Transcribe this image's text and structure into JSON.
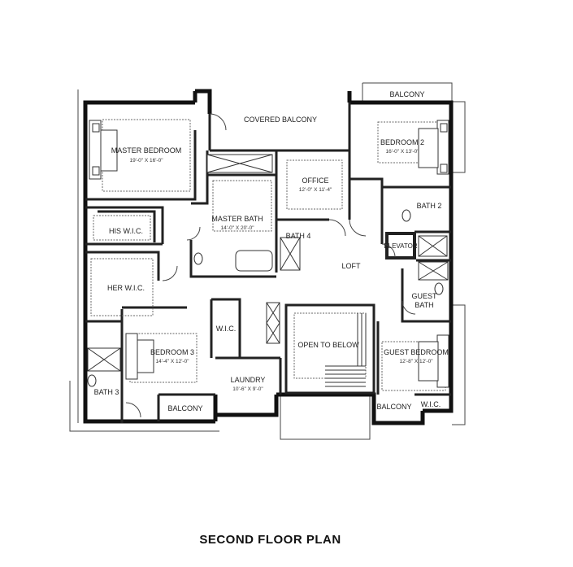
{
  "plan_title": "SECOND FLOOR PLAN",
  "rooms": {
    "balcony_top": "BALCONY",
    "covered_balcony": "COVERED BALCONY",
    "master_bedroom": {
      "name": "MASTER BEDROOM",
      "dims": "19'-0\" X 16'-0\""
    },
    "bedroom_2": {
      "name": "BEDROOM 2",
      "dims": "16'-0\" X 13'-0\""
    },
    "office": {
      "name": "OFFICE",
      "dims": "12'-0\" X 11'-4\""
    },
    "master_bath": {
      "name": "MASTER BATH",
      "dims": "14'-0\" X 20'-0\""
    },
    "his_wic": "HIS W.I.C.",
    "her_wic": "HER W.I.C.",
    "bath_4": "BATH 4",
    "bath_2": "BATH 2",
    "elevator": "ELEVATOR",
    "loft": "LOFT",
    "guest_bath_line1": "GUEST",
    "guest_bath_line2": "BATH",
    "wic_center": "W.I.C.",
    "open_to_below": "OPEN TO BELOW",
    "bedroom_3": {
      "name": "BEDROOM 3",
      "dims": "14'-4\" X 12'-0\""
    },
    "guest_bedroom": {
      "name": "GUEST BEDROOM",
      "dims": "12'-8\" X 12'-0\""
    },
    "laundry": {
      "name": "LAUNDRY",
      "dims": "10'-6\" X 9'-0\""
    },
    "bath_3": "BATH 3",
    "balcony_bottom": "BALCONY",
    "balcony_right": "BALCONY",
    "wic_right": "W.I.C."
  }
}
